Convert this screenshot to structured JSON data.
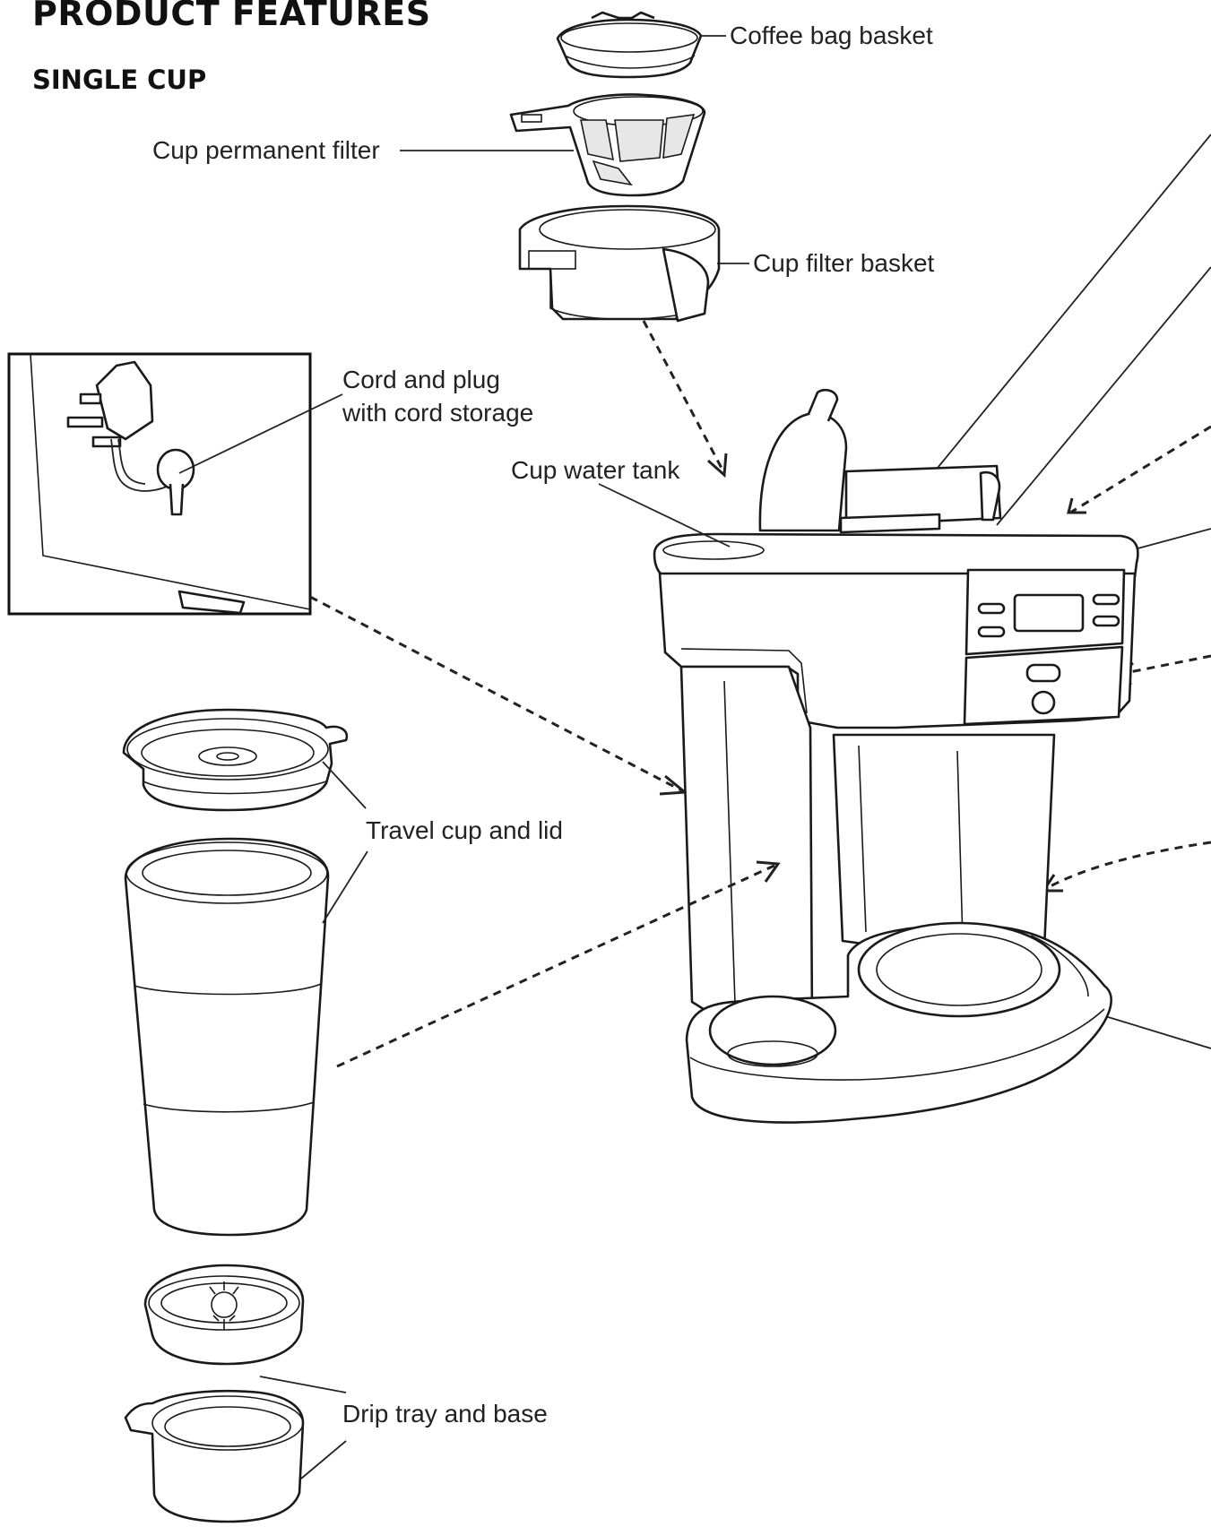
{
  "title": "PRODUCT FEATURES",
  "subtitle": "SINGLE CUP",
  "labels": {
    "coffee_bag_basket": "Coffee bag basket",
    "cup_permanent_filter": "Cup permanent filter",
    "cup_filter_basket": "Cup filter basket",
    "cord_and_plug_line1": "Cord and plug",
    "cord_and_plug_line2": "with cord storage",
    "cup_water_tank": "Cup water tank",
    "travel_cup_and_lid": "Travel cup and lid",
    "drip_tray_and_base": "Drip tray and base"
  },
  "colors": {
    "ink": "#1a1a1a",
    "background": "#ffffff",
    "filter_mesh": "#e7e7e7"
  }
}
